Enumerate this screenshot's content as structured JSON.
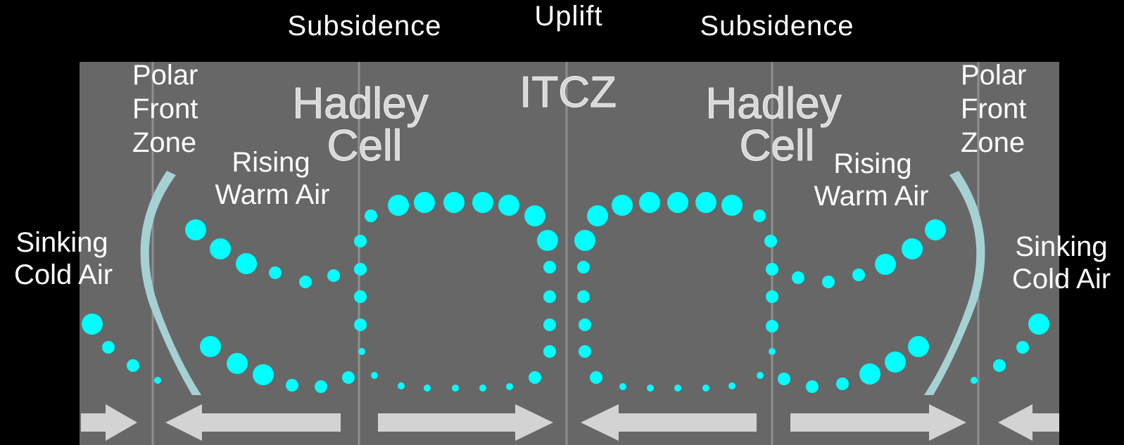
{
  "colors": {
    "background": "#000000",
    "panel": "#676767",
    "divider": "#8f8f8f",
    "flow_dots": "#00ffff",
    "front_band": "#a6d1d4",
    "arrow": "#d3d3d3"
  },
  "top_labels": {
    "left": "Subsidence",
    "center": "Uplift",
    "right": "Subsidence"
  },
  "itcz": "ITCZ",
  "left": {
    "hadley": {
      "line1": "Hadley",
      "line2": "Cell"
    },
    "polar_front": {
      "line1": "Polar",
      "line2": "Front",
      "line3": "Zone"
    },
    "rising": {
      "line1": "Rising",
      "line2": "Warm Air"
    },
    "sinking": {
      "line1": "Sinking",
      "line2": "Cold Air"
    }
  },
  "right": {
    "hadley": {
      "line1": "Hadley",
      "line2": "Cell"
    },
    "polar_front": {
      "line1": "Polar",
      "line2": "Front",
      "line3": "Zone"
    },
    "rising": {
      "line1": "Rising",
      "line2": "Warm Air"
    },
    "sinking": {
      "line1": "Sinking",
      "line2": "Cold Air"
    }
  },
  "icons": {
    "flow_marker": "circle-dot-icon",
    "surface_wind": "arrow-icon",
    "front": "polar-front-band-icon"
  }
}
